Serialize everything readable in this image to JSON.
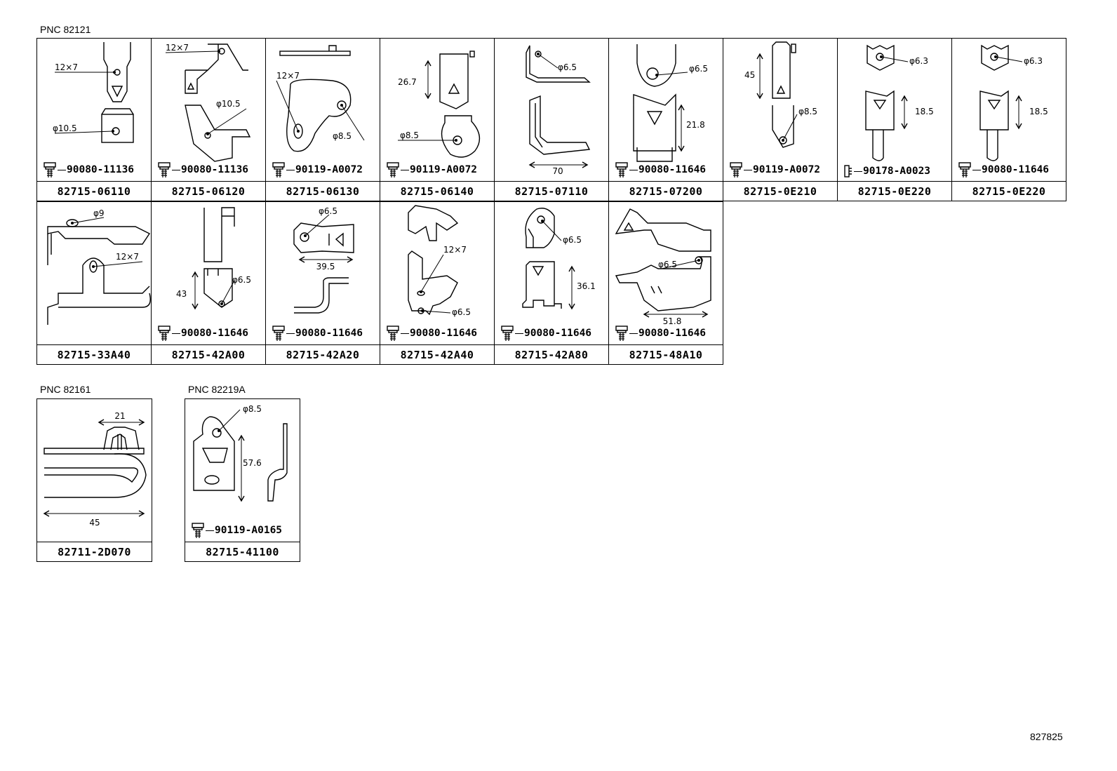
{
  "groups": [
    {
      "pnc": "PNC 82121"
    },
    {
      "pnc": "PNC 82161"
    },
    {
      "pnc": "PNC 82219A"
    }
  ],
  "parts": [
    {
      "part": "82715-06110",
      "bolt": "90080-11136",
      "dims": [
        "12×7",
        "φ10.5"
      ]
    },
    {
      "part": "82715-06120",
      "bolt": "90080-11136",
      "dims": [
        "12×7",
        "φ10.5"
      ]
    },
    {
      "part": "82715-06130",
      "bolt": "90119-A0072",
      "dims": [
        "12×7",
        "φ8.5"
      ]
    },
    {
      "part": "82715-06140",
      "bolt": "90119-A0072",
      "dims": [
        "26.7",
        "φ8.5"
      ]
    },
    {
      "part": "82715-07110",
      "bolt": "",
      "dims": [
        "φ6.5",
        "70"
      ]
    },
    {
      "part": "82715-07200",
      "bolt": "90080-11646",
      "dims": [
        "φ6.5",
        "21.8"
      ]
    },
    {
      "part": "82715-0E210",
      "bolt": "90119-A0072",
      "dims": [
        "45",
        "φ8.5"
      ]
    },
    {
      "part": "82715-0E220",
      "bolt": "90178-A0023",
      "dims": [
        "φ6.3",
        "18.5"
      ]
    },
    {
      "part": "82715-0E220",
      "bolt": "90080-11646",
      "dims": [
        "φ6.3",
        "18.5"
      ]
    },
    {
      "part": "82715-33A40",
      "bolt": "",
      "dims": [
        "φ9",
        "12×7"
      ]
    },
    {
      "part": "82715-42A00",
      "bolt": "90080-11646",
      "dims": [
        "43",
        "φ6.5"
      ]
    },
    {
      "part": "82715-42A20",
      "bolt": "90080-11646",
      "dims": [
        "φ6.5",
        "39.5"
      ]
    },
    {
      "part": "82715-42A40",
      "bolt": "90080-11646",
      "dims": [
        "12×7",
        "φ6.5"
      ]
    },
    {
      "part": "82715-42A80",
      "bolt": "90080-11646",
      "dims": [
        "φ6.5",
        "36.1"
      ]
    },
    {
      "part": "82715-48A10",
      "bolt": "90080-11646",
      "dims": [
        "φ6.5",
        "51.8"
      ]
    },
    {
      "part": "82711-2D070",
      "bolt": "",
      "dims": [
        "21",
        "45"
      ]
    },
    {
      "part": "82715-41100",
      "bolt": "90119-A0165",
      "dims": [
        "φ8.5",
        "57.6"
      ]
    }
  ],
  "footer": {
    "code": "827825"
  }
}
